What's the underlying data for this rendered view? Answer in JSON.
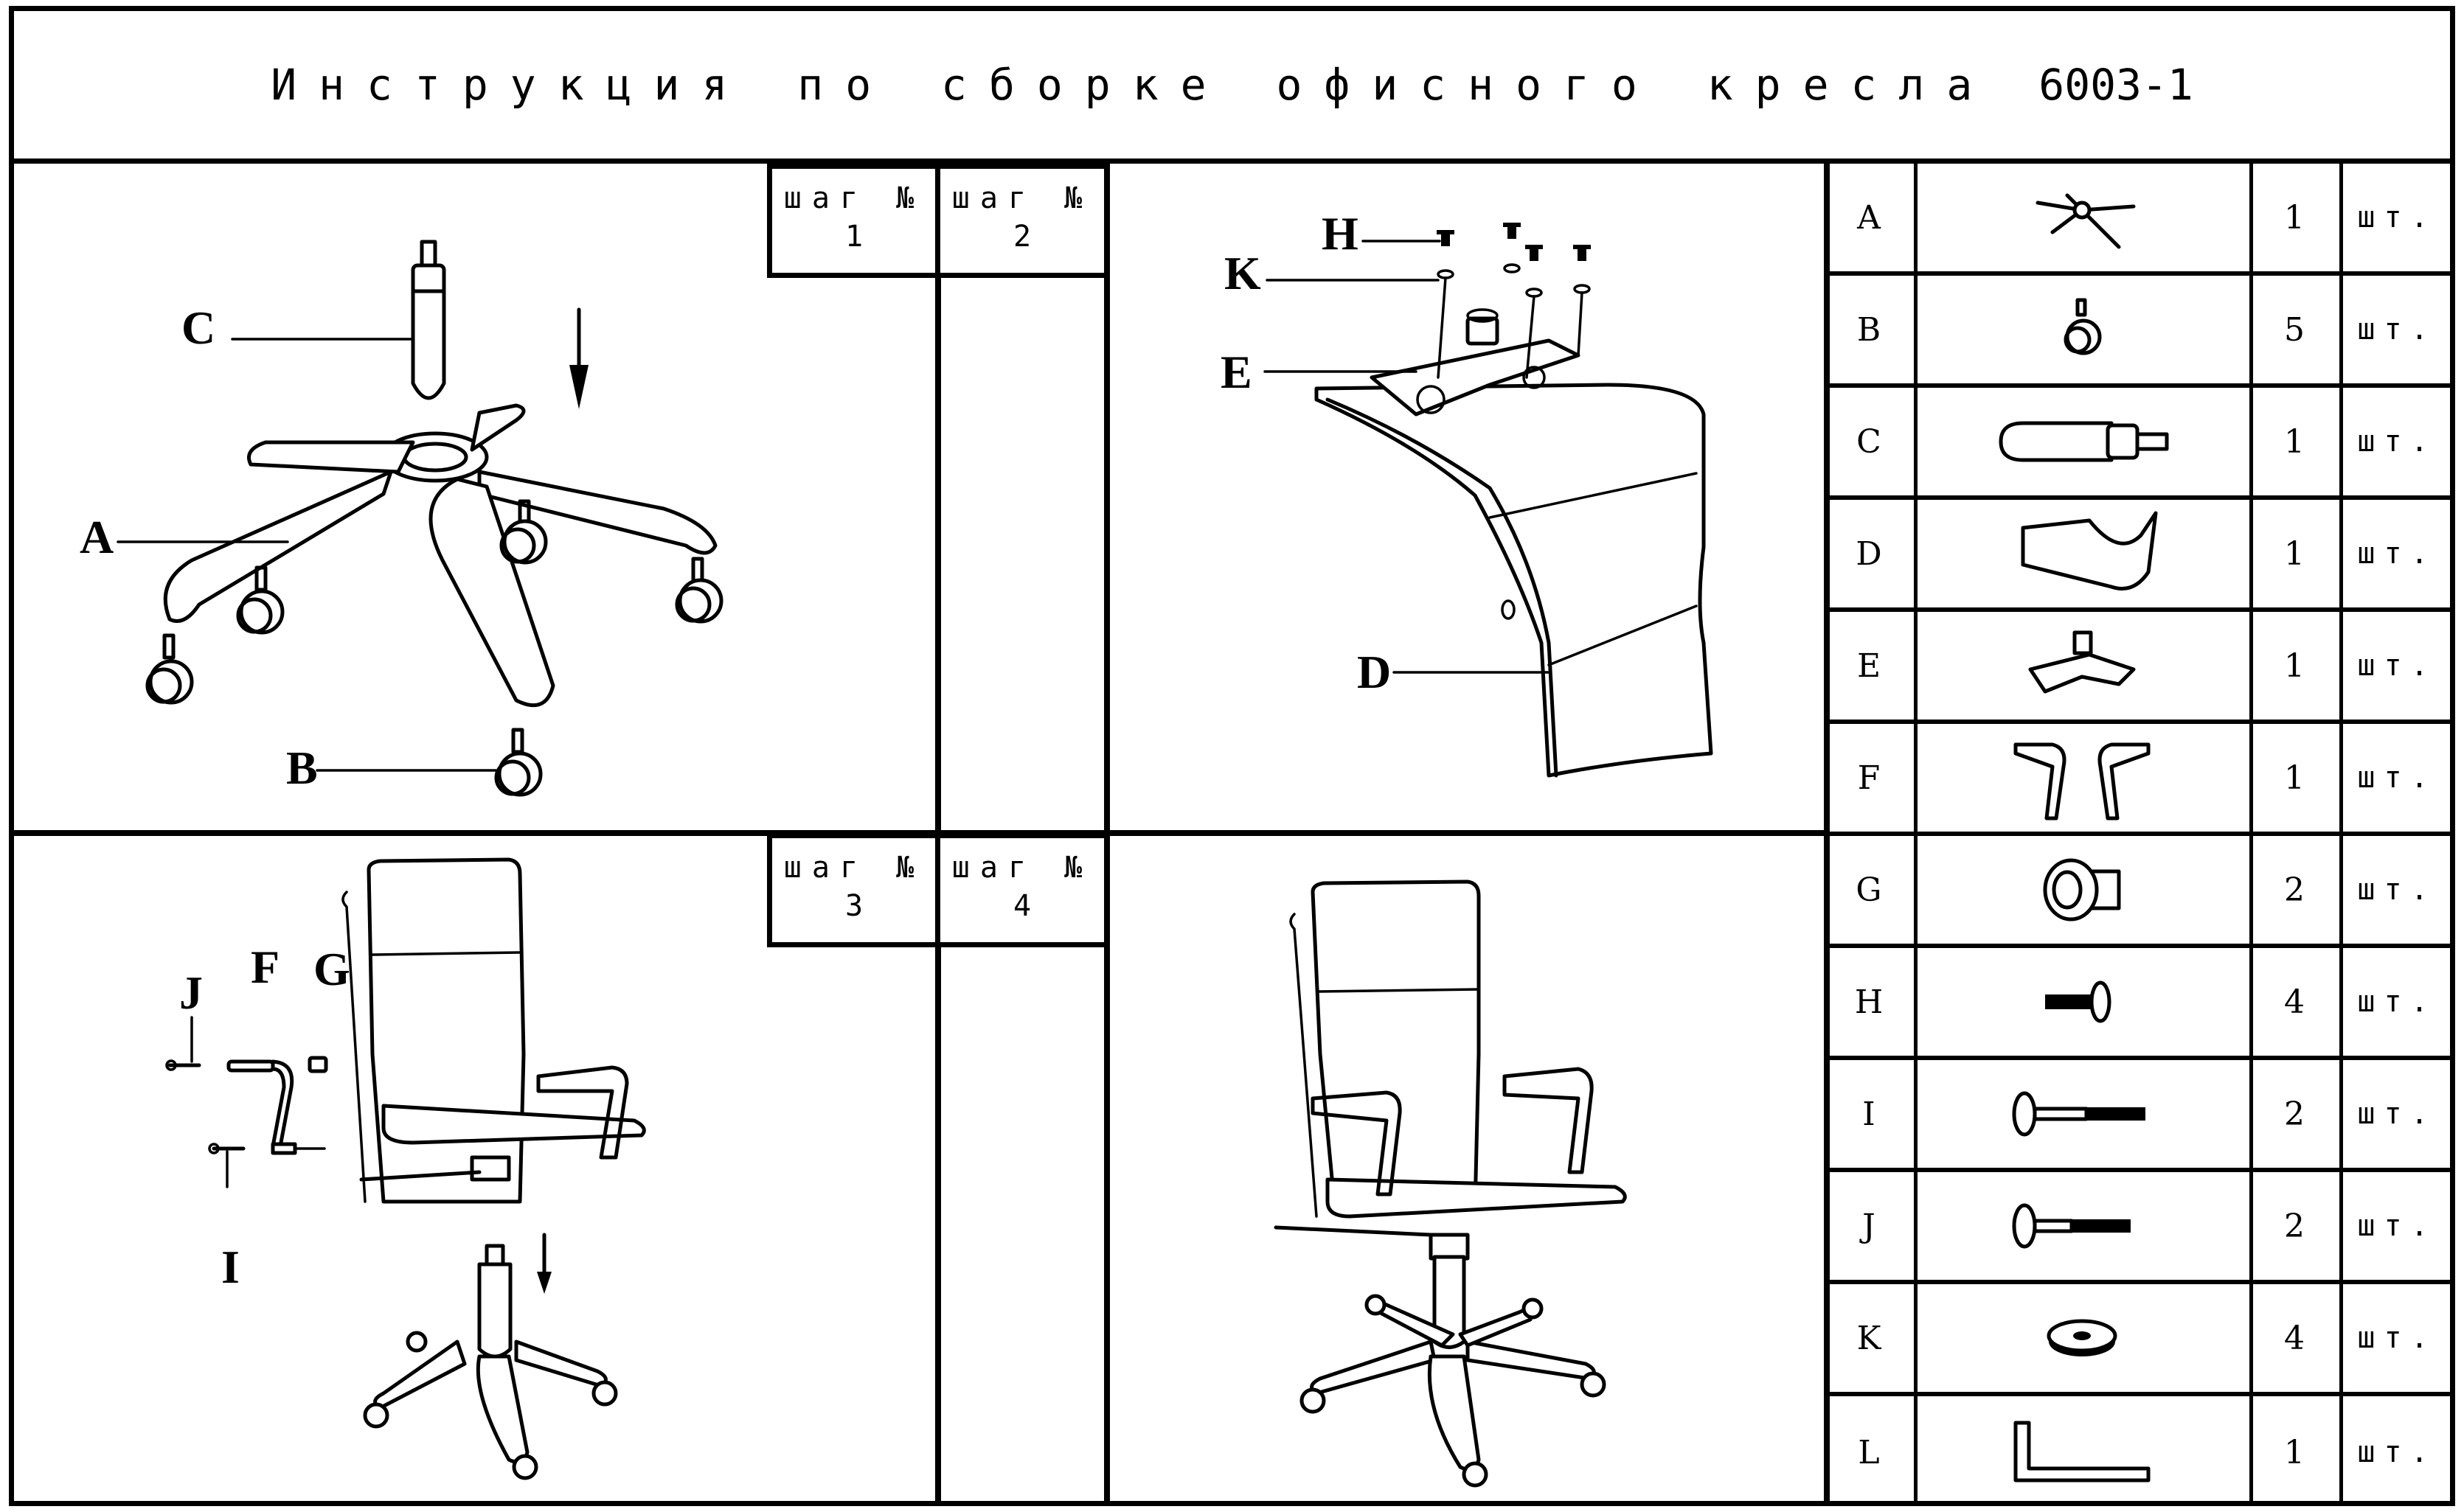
{
  "title": {
    "text": "Инструкция по сборке офисного кресла",
    "model": "6003-1"
  },
  "steps": [
    {
      "label": "шаг №",
      "number": "1"
    },
    {
      "label": "шаг №",
      "number": "2"
    },
    {
      "label": "шаг №",
      "number": "3"
    },
    {
      "label": "шаг №",
      "number": "4"
    }
  ],
  "callouts": {
    "step1": [
      "C",
      "A",
      "B"
    ],
    "step2": [
      "H",
      "K",
      "E",
      "D"
    ],
    "step3": [
      "J",
      "F",
      "G",
      "I"
    ]
  },
  "parts": [
    {
      "letter": "A",
      "qty": "1",
      "unit": "шт.",
      "icon": "star-base-icon"
    },
    {
      "letter": "B",
      "qty": "5",
      "unit": "шт.",
      "icon": "caster-wheel-icon"
    },
    {
      "letter": "C",
      "qty": "1",
      "unit": "шт.",
      "icon": "gas-lift-icon"
    },
    {
      "letter": "D",
      "qty": "1",
      "unit": "шт.",
      "icon": "seat-back-icon"
    },
    {
      "letter": "E",
      "qty": "1",
      "unit": "шт.",
      "icon": "tilt-mechanism-icon"
    },
    {
      "letter": "F",
      "qty": "1",
      "unit": "шт.",
      "icon": "armrest-pair-icon"
    },
    {
      "letter": "G",
      "qty": "2",
      "unit": "шт.",
      "icon": "spacer-cap-icon"
    },
    {
      "letter": "H",
      "qty": "4",
      "unit": "шт.",
      "icon": "short-bolt-icon"
    },
    {
      "letter": "I",
      "qty": "2",
      "unit": "шт.",
      "icon": "long-bolt-icon"
    },
    {
      "letter": "J",
      "qty": "2",
      "unit": "шт.",
      "icon": "medium-bolt-icon"
    },
    {
      "letter": "K",
      "qty": "4",
      "unit": "шт.",
      "icon": "washer-icon"
    },
    {
      "letter": "L",
      "qty": "1",
      "unit": "шт.",
      "icon": "hex-key-icon"
    }
  ]
}
